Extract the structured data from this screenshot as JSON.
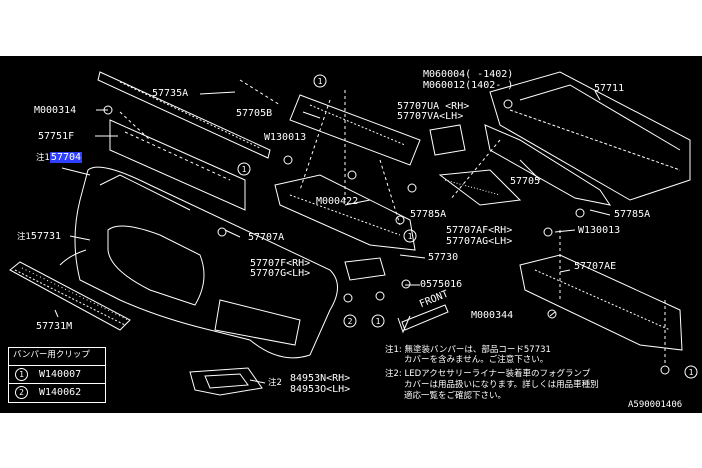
{
  "parts": {
    "p57735A": "57735A",
    "m000314": "M000314",
    "p57751F": "57751F",
    "note1": "注1",
    "p57704": "57704",
    "p57731": "57731",
    "p57731M": "57731M",
    "p57705B": "57705B",
    "w130013a": "W130013",
    "m000422": "M000422",
    "p57707A": "57707A",
    "p57785Aa": "57785A",
    "p57730": "57730",
    "p57707F_RH": "57707F<RH>",
    "p57707G_LH": "57707G<LH>",
    "b0575016": "0575016",
    "front": "FRONT",
    "m060004": "M060004(    -1402)",
    "m060012": "M060012(1402-    )",
    "p57707UA": "57707UA <RH>",
    "p57707VA": "57707VA<LH>",
    "p57711": "57711",
    "p57705": "57705",
    "p57785Ab": "57785A",
    "p57707AF": "57707AF<RH>",
    "p57707AG": "57707AG<LH>",
    "w130013b": "W130013",
    "p57707AE": "57707AE",
    "m000344": "M000344",
    "note2": "注2",
    "p84953N": "84953N<RH>",
    "p84953O": "84953O<LH>",
    "circle1": "1",
    "circle2": "2",
    "diagram_id": "A590001406"
  },
  "legend": {
    "title": "バンパー用クリップ",
    "rows": [
      {
        "num": "1",
        "code": "W140007"
      },
      {
        "num": "2",
        "code": "W140062"
      }
    ]
  },
  "notes": {
    "n1_line1": "注1: 無塗装バンパーは、部品コード57731",
    "n1_line2": "カバーを含みません。ご注意下さい。",
    "n2_line1": "注2: LEDアクセサリーライナー装着車のフォグランプ",
    "n2_line2": "カバーは用品扱いになります。詳しくは用品車種別",
    "n2_line3": "適応一覧をご確認下さい。"
  }
}
